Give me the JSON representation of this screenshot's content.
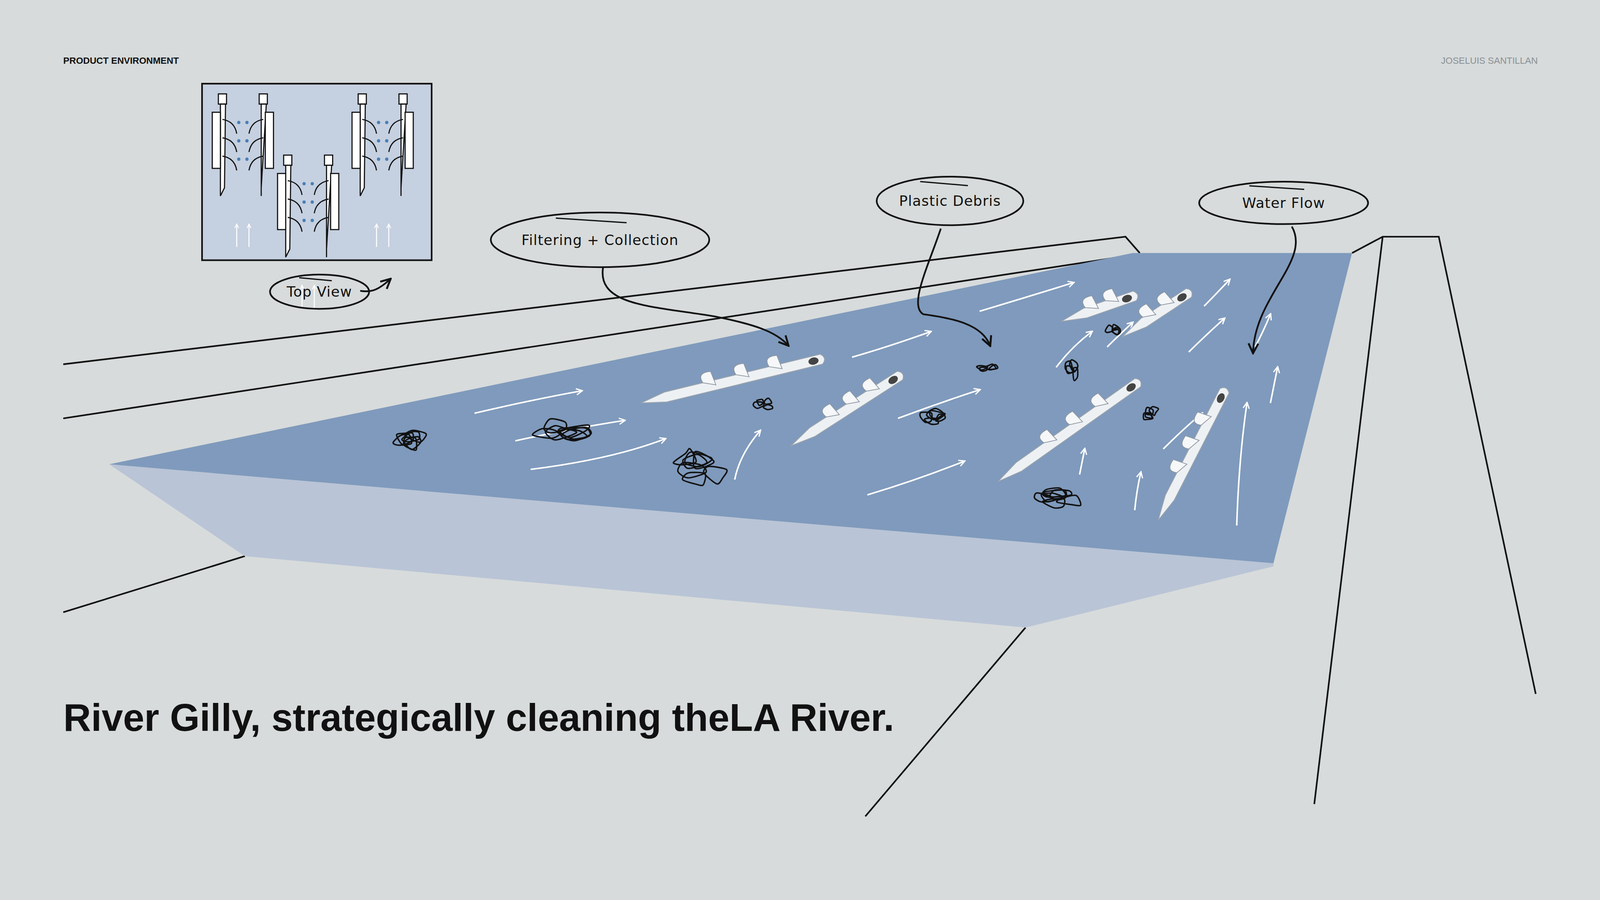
{
  "diagram": {
    "title": "River Gilly, strategically cleaning theLA River.",
    "nodes": [
      {
        "text": [
          "Filtering + Collection"
        ]
      },
      {
        "text": [
          "Plastic Debris"
        ]
      },
      {
        "text": [
          "Water Flow"
        ]
      },
      {
        "text": [
          "Top View"
        ]
      }
    ],
    "labels": [
      "PRODUCT ENVIRONMENT",
      "JOSELUIS SANTILLAN"
    ]
  }
}
